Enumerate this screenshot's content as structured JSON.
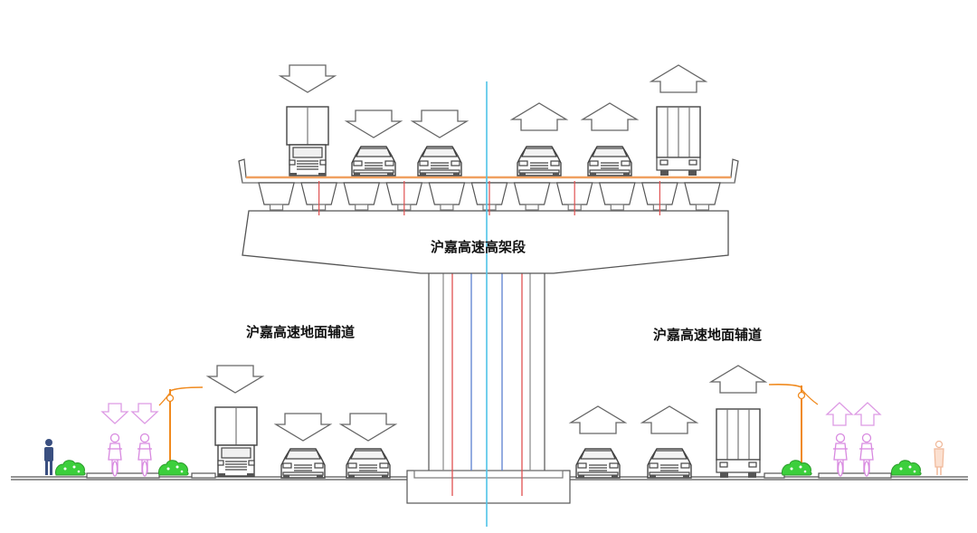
{
  "labels": {
    "viaduct": "沪嘉高速高架段",
    "left_ground_road": "沪嘉高速地面辅道",
    "right_ground_road": "沪嘉高速地面辅道"
  },
  "colors": {
    "line": "#555555",
    "axis_cyan": "#4fc3e8",
    "pier_red": "#e05050",
    "pier_blue": "#5a7fcf",
    "deck_orange": "#f0a060",
    "lamp_orange": "#f08a1e",
    "shrub_green": "#3ccf3c",
    "cyclist_pink": "#d889e0",
    "pedestrian_blue": "#3a4f80",
    "pedestrian_peach": "#f0b899"
  },
  "icons": {
    "down_arrow": "down-arrow-icon",
    "up_arrow": "up-arrow-icon",
    "truck": "truck-icon",
    "car": "car-icon",
    "cyclist": "cyclist-icon",
    "pedestrian": "pedestrian-icon",
    "street_lamp": "street-lamp-icon",
    "shrub": "shrub-icon"
  }
}
